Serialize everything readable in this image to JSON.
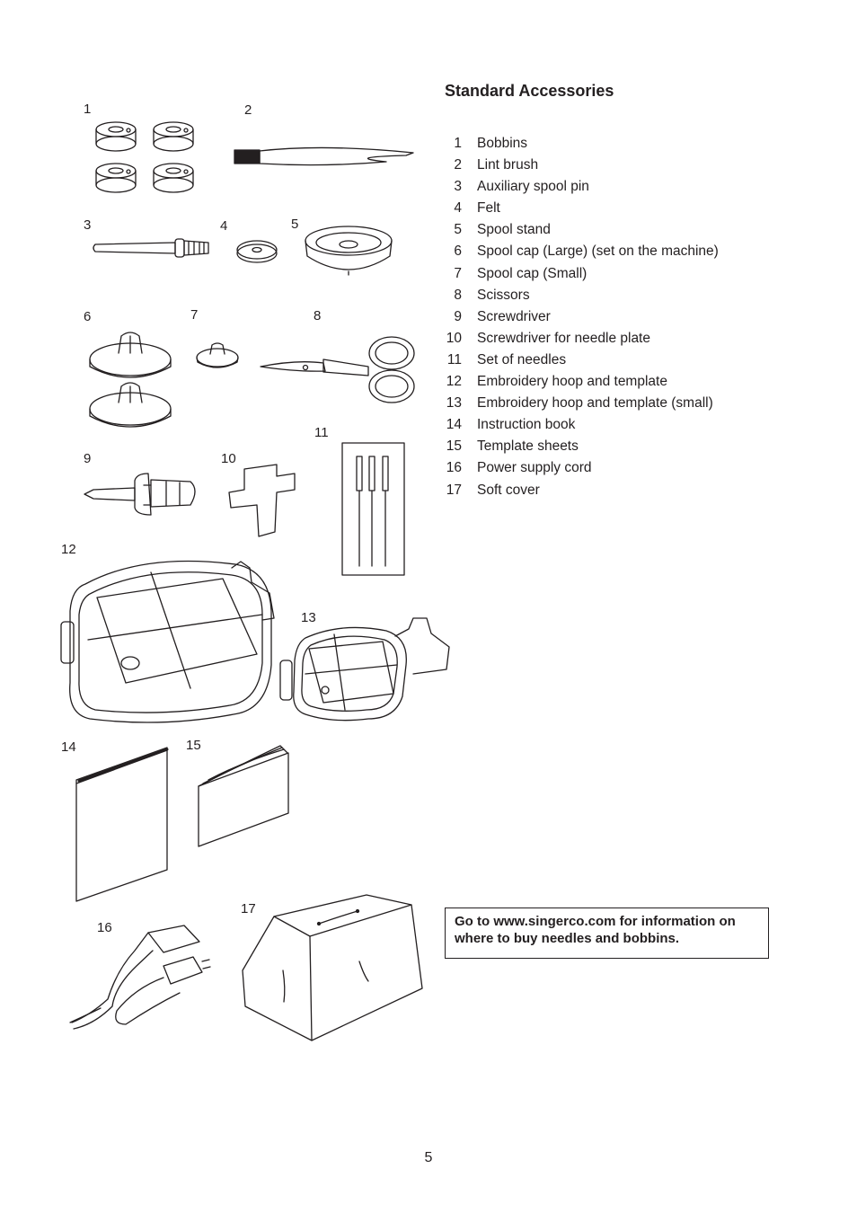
{
  "title": "Standard Accessories",
  "items": [
    {
      "num": "1",
      "label": "Bobbins"
    },
    {
      "num": "2",
      "label": "Lint brush"
    },
    {
      "num": "3",
      "label": "Auxiliary spool pin"
    },
    {
      "num": "4",
      "label": "Felt"
    },
    {
      "num": "5",
      "label": "Spool stand"
    },
    {
      "num": "6",
      "label": "Spool cap (Large) (set on the machine)"
    },
    {
      "num": "7",
      "label": "Spool cap (Small)"
    },
    {
      "num": "8",
      "label": "Scissors"
    },
    {
      "num": "9",
      "label": "Screwdriver"
    },
    {
      "num": "10",
      "label": "Screwdriver for needle plate"
    },
    {
      "num": "11",
      "label": "Set of needles"
    },
    {
      "num": "12",
      "label": "Embroidery hoop and template"
    },
    {
      "num": "13",
      "label": "Embroidery hoop and template (small)"
    },
    {
      "num": "14",
      "label": "Instruction book"
    },
    {
      "num": "15",
      "label": "Template sheets"
    },
    {
      "num": "16",
      "label": "Power supply cord"
    },
    {
      "num": "17",
      "label": "Soft cover"
    }
  ],
  "note": "Go to www.singerco.com for information on where to buy needles and bobbins.",
  "page_number": "5"
}
